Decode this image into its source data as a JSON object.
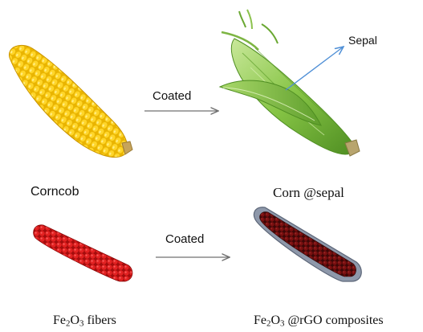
{
  "top_row": {
    "arrow_label": "Coated",
    "left_caption": "Corncob",
    "right_caption": "Corn @sepal",
    "pointer_label": "Sepal"
  },
  "bottom_row": {
    "arrow_label": "Coated",
    "left_caption": {
      "prefix": "Fe",
      "sub1": "2",
      "mid": "O",
      "sub2": "3",
      "suffix": " fibers"
    },
    "right_caption": {
      "prefix": "Fe",
      "sub1": "2",
      "mid": "O",
      "sub2": "3",
      "suffix": " @rGO composites"
    }
  },
  "colors": {
    "corn_yellow": "#f2c200",
    "husk_green": "#7fbf3a",
    "fe2o3_red": "#e02020",
    "composite_dark_red": "#6a0e0e",
    "rgo_coating": "#8a93a3",
    "arrow_gray": "#707070",
    "pointer_blue": "#4f8fd6"
  }
}
